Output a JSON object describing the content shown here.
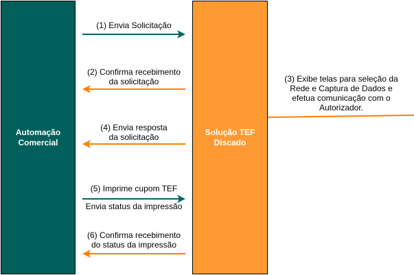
{
  "colors": {
    "teal": "#005f5a",
    "orange": "#ff9a33",
    "arrow_teal": "#006666",
    "arrow_orange": "#ff8000"
  },
  "boxes": {
    "left": "Automação\nComercial",
    "middle": "Solução TEF\nDiscado"
  },
  "messages": {
    "m1": "(1) Envia Solicitação",
    "m2": "(2) Confirma recebimento\nda solicitação",
    "m3": "(3) Exibe telas para seleção da\nRede e Captura de Dados e\nefetua comunicação com o\nAutorizador.",
    "m4": "(4) Envia resposta\nda solicitação",
    "m5": "(5) Imprime cupom TEF",
    "m5_sub": "Envia status da impressão",
    "m6": "(6) Confirma recebimento\ndo status da impressão"
  }
}
